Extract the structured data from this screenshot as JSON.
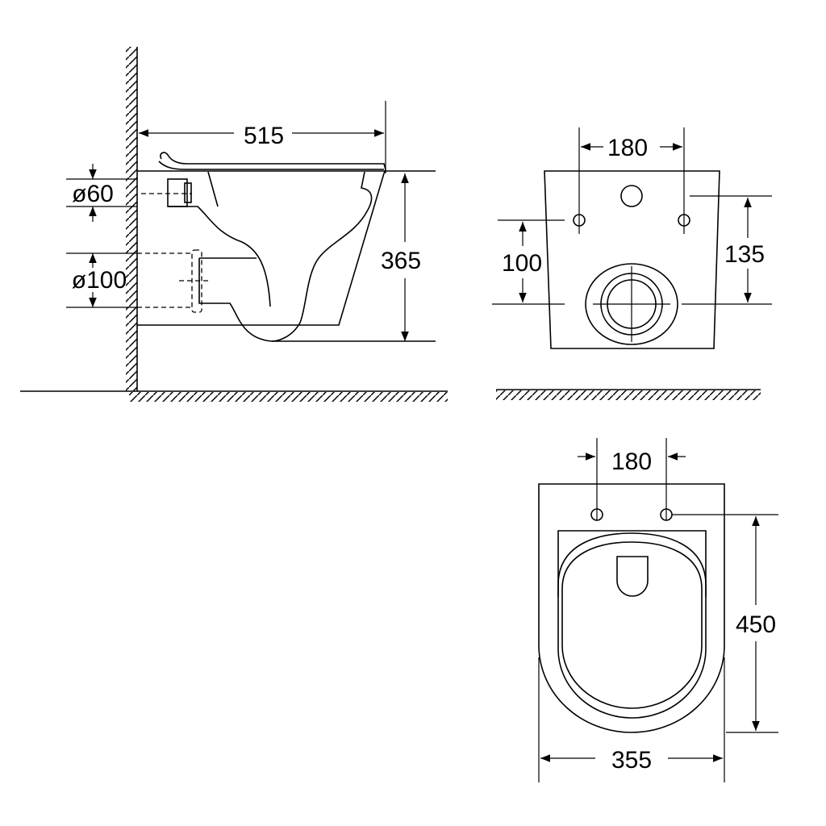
{
  "drawing": {
    "side_view": {
      "width_label": "515",
      "height_label": "365",
      "inlet_label": "ø60",
      "outlet_label": "ø100"
    },
    "front_view": {
      "bolt_spacing_label": "180",
      "outlet_height_label": "100",
      "bolt_height_label": "135"
    },
    "top_view": {
      "bolt_spacing_label": "180",
      "length_label": "450",
      "width_label": "355"
    }
  }
}
